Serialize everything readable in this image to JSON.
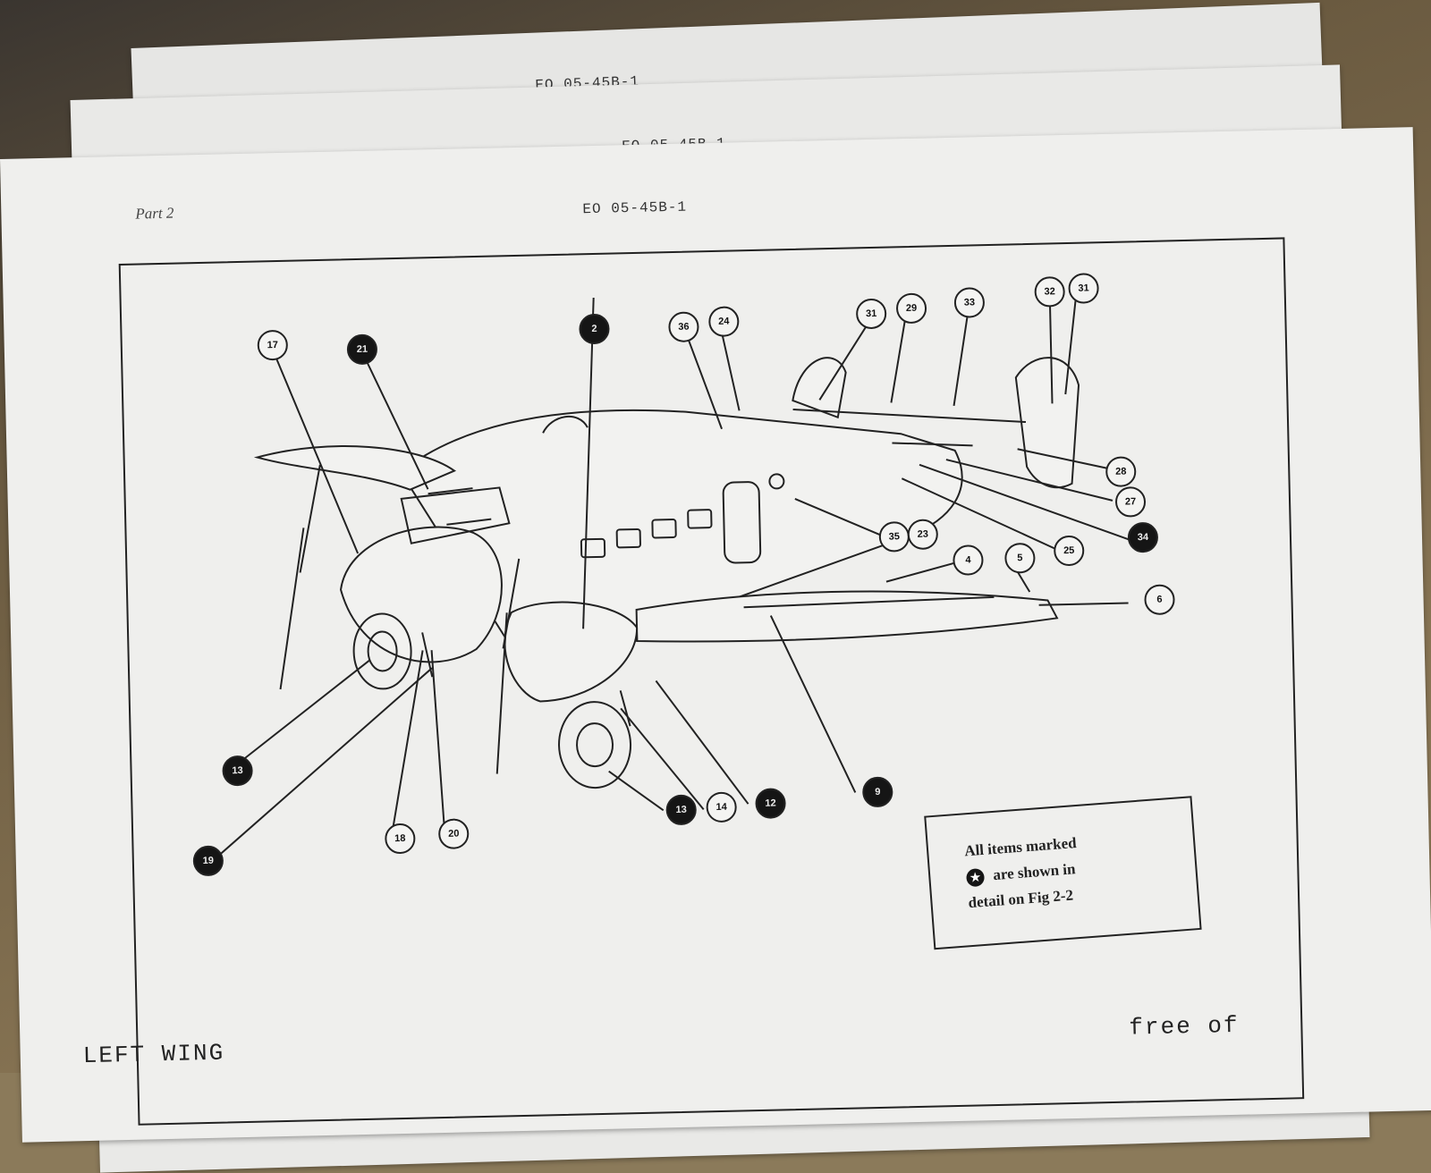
{
  "document": {
    "back_sheet_2_heading": "EO 05-45B-1",
    "back_sheet_1_heading": "EO 05-45B-1",
    "front_sheet_heading": "EO 05-45B-1",
    "part_label": "Part 2"
  },
  "figure": {
    "callouts": [
      {
        "label": "17",
        "style": "outline"
      },
      {
        "label": "21",
        "style": "filled"
      },
      {
        "label": "2",
        "style": "filled"
      },
      {
        "label": "36",
        "style": "outline"
      },
      {
        "label": "24",
        "style": "outline"
      },
      {
        "label": "31",
        "style": "outline"
      },
      {
        "label": "29",
        "style": "outline"
      },
      {
        "label": "33",
        "style": "outline"
      },
      {
        "label": "32",
        "style": "outline"
      },
      {
        "label": "31",
        "style": "outline"
      },
      {
        "label": "28",
        "style": "outline"
      },
      {
        "label": "27",
        "style": "outline"
      },
      {
        "label": "34",
        "style": "filled"
      },
      {
        "label": "25",
        "style": "outline"
      },
      {
        "label": "35",
        "style": "outline"
      },
      {
        "label": "23",
        "style": "outline"
      },
      {
        "label": "4",
        "style": "outline"
      },
      {
        "label": "5",
        "style": "outline"
      },
      {
        "label": "6",
        "style": "outline"
      },
      {
        "label": "13",
        "style": "filled"
      },
      {
        "label": "19",
        "style": "filled"
      },
      {
        "label": "18",
        "style": "outline"
      },
      {
        "label": "20",
        "style": "outline"
      },
      {
        "label": "13",
        "style": "filled"
      },
      {
        "label": "14",
        "style": "outline"
      },
      {
        "label": "12",
        "style": "filled"
      },
      {
        "label": "9",
        "style": "filled"
      }
    ],
    "legend": {
      "line1": "All items marked",
      "line2": "are shown in",
      "line3": "detail on Fig 2-2",
      "icon": "star-in-circle-icon"
    }
  },
  "footer": {
    "left_text": "LEFT WING",
    "right_text": "free of"
  }
}
